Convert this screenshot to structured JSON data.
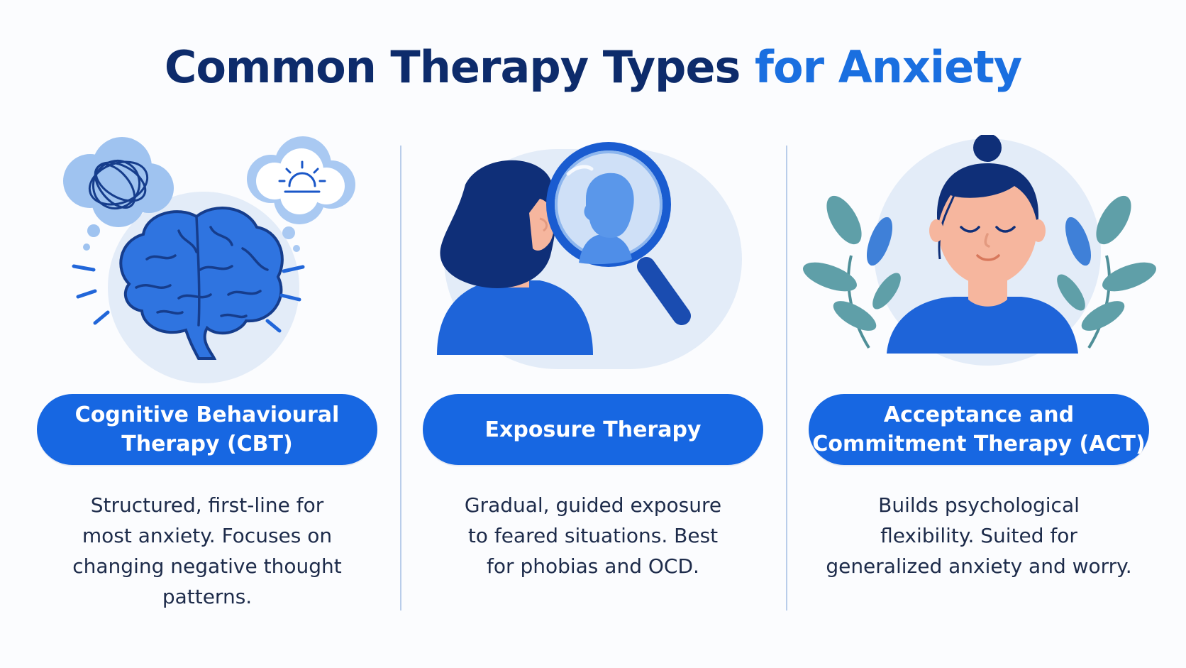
{
  "title": {
    "main": "Common Therapy Types ",
    "accent": "for Anxiety"
  },
  "colors": {
    "navy": "#0d2b6b",
    "accent": "#1a6fe0",
    "pill": "#1767e2",
    "body_text": "#1d2b4a",
    "leaf": "#5f9fa8"
  },
  "therapies": [
    {
      "name": "Cognitive Behavioural\nTherapy (CBT)",
      "description": "Structured, first-line for\nmost anxiety. Focuses on\nchanging negative thought\npatterns.",
      "illustration": "brain-icon"
    },
    {
      "name": "Exposure Therapy",
      "description": "Gradual, guided exposure\nto feared situations. Best\nfor phobias and OCD.",
      "illustration": "magnifying-glass-icon"
    },
    {
      "name": "Acceptance and\nCommitment Therapy (ACT)",
      "description": "Builds psychological\nflexibility. Suited for\ngeneralized anxiety and worry.",
      "illustration": "meditating-person-icon"
    }
  ]
}
